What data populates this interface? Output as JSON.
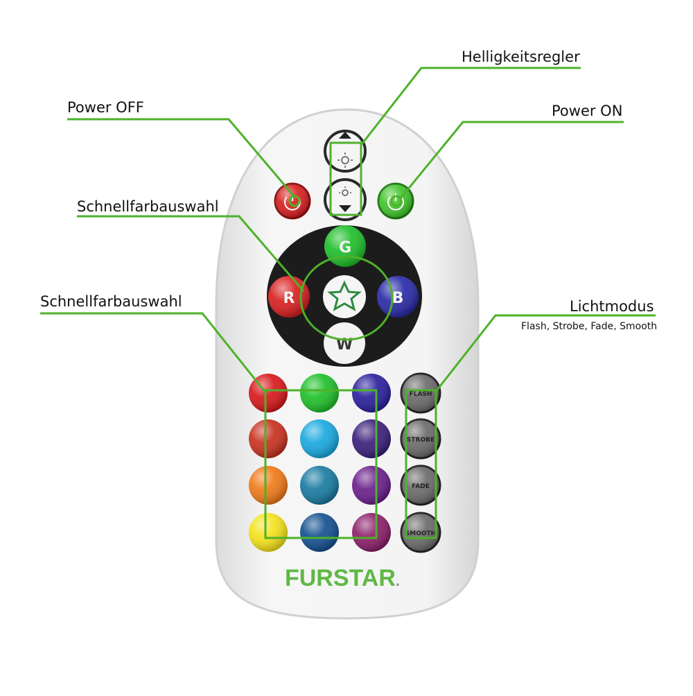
{
  "annotations": {
    "brightness": "Helligkeitsregler",
    "power_off": "Power OFF",
    "power_on": "Power ON",
    "quick_color_1": "Schnellfarbauswahl",
    "quick_color_2": "Schnellfarbauswahl",
    "light_mode": "Lichtmodus",
    "light_mode_sub": "Flash, Strobe, Fade, Smooth"
  },
  "remote": {
    "brand": "FURSTAR",
    "brand_dot": ".",
    "dial_buttons": {
      "green": "G",
      "red": "R",
      "blue": "B",
      "white": "W"
    },
    "mode_buttons": [
      "FLASH",
      "STROBE",
      "FADE",
      "SMOOTH"
    ]
  },
  "colors": {
    "annotation_line": "#4db22a",
    "brand": "#5fb845",
    "remote_body": "#f1f1f1",
    "dial_bg": "#1c1c1c",
    "power_off": "#d81f1f",
    "power_on": "#3fc42a",
    "palette": [
      [
        "#d8181c",
        "#1fbf2a",
        "#2a1f9c"
      ],
      [
        "#c8311f",
        "#19a8e0",
        "#3a1f7a"
      ],
      [
        "#f07a19",
        "#187aa0",
        "#6a1f8a"
      ],
      [
        "#f4e21a",
        "#14508f",
        "#8a1f6a"
      ]
    ]
  }
}
